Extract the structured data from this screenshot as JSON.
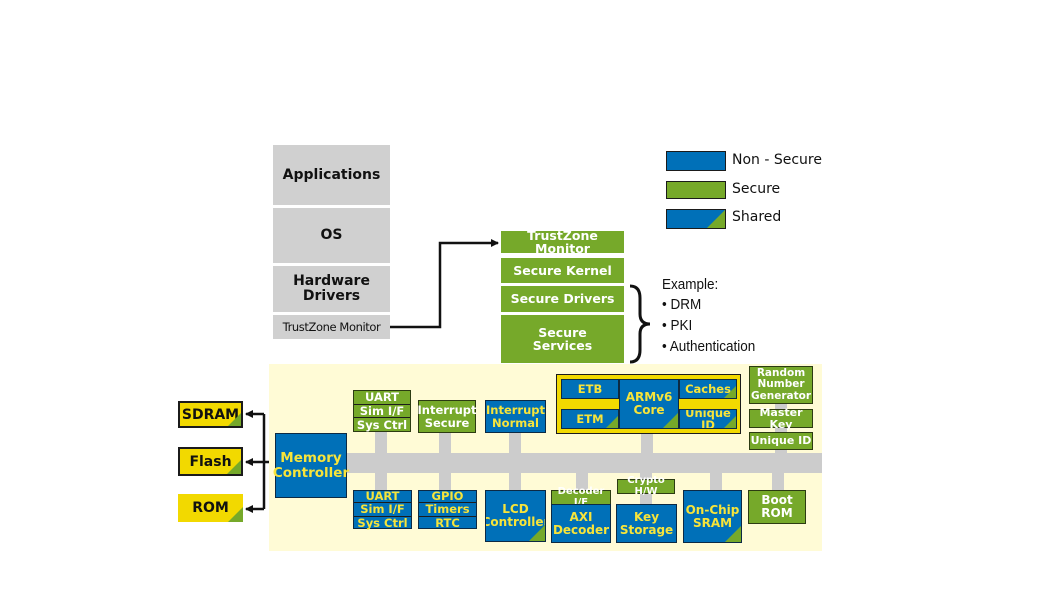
{
  "legend": {
    "items": [
      {
        "label": "Non - Secure",
        "color": "#0070b8",
        "kind": "non-secure"
      },
      {
        "label": "Secure",
        "color": "#76a92a",
        "kind": "secure"
      },
      {
        "label": "Shared",
        "color": "#0070b8",
        "kind": "shared"
      }
    ]
  },
  "normal_stack": {
    "items": [
      "Applications",
      "OS",
      "Hardware Drivers",
      "TrustZone Monitor"
    ]
  },
  "secure_stack": {
    "items": [
      "TrustZone Monitor",
      "Secure Kernel",
      "Secure Drivers",
      "Secure Services"
    ]
  },
  "example": {
    "title": "Example:",
    "bullets": [
      "DRM",
      "PKI",
      "Authentication"
    ]
  },
  "memory": {
    "external": [
      "SDRAM",
      "Flash",
      "ROM"
    ],
    "controller": "Memory Controller"
  },
  "soc": {
    "top_peripherals": {
      "lines": [
        "UART",
        "Sim I/F",
        "Sys Ctrl"
      ]
    },
    "interrupt_secure": "Interrupt Secure",
    "interrupt_normal": "Interrupt Normal",
    "core_block": {
      "etb": "ETB",
      "etm": "ETM",
      "core": "ARMv6 Core",
      "caches": "Caches",
      "unique_id": "Unique ID"
    },
    "right_secure": [
      "Random Number Generator",
      "Master Key",
      "Unique ID"
    ],
    "bottom_peripherals": {
      "lines": [
        "UART",
        "Sim I/F",
        "Sys Ctrl"
      ]
    },
    "gpio_block": {
      "lines": [
        "GPIO",
        "Timers",
        "RTC"
      ]
    },
    "lcd": "LCD Controller",
    "decoder_if": "Decoder I/F",
    "axi": "AXI Decoder",
    "crypto": "Crypto H/W",
    "key_storage": "Key Storage",
    "sram": "On-Chip SRAM",
    "boot_rom": "Boot ROM"
  },
  "colors": {
    "non_secure": "#0070b8",
    "secure": "#76a92a",
    "soc_background": "#fffbd6",
    "bus": "#cccccc",
    "memory_yellow": "#f2d900",
    "normal_world": "#d0d0d0"
  }
}
